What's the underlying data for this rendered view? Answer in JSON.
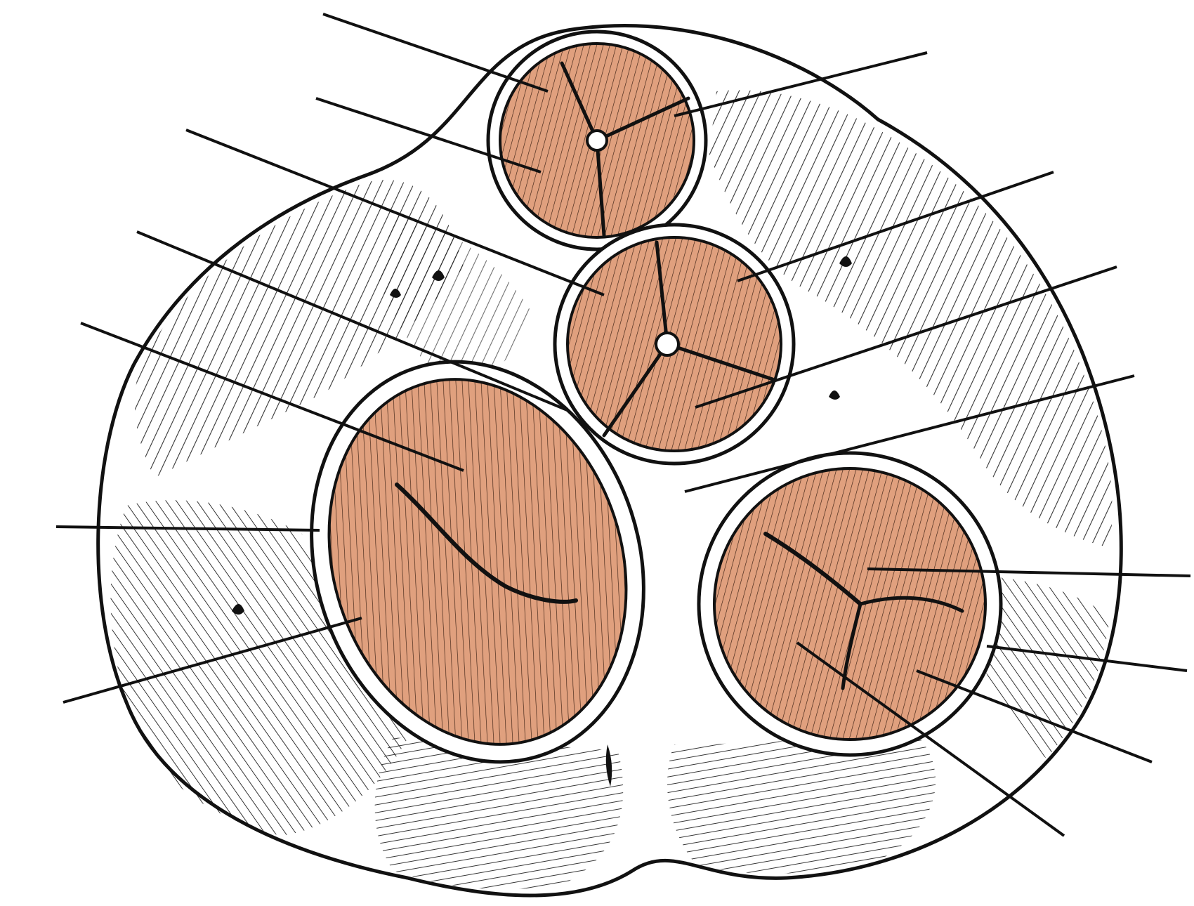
{
  "figure": {
    "description_labels": [],
    "colors": {
      "valve_tissue": "#e0a07e",
      "outline": "#111111",
      "background": "#ffffff",
      "heart_surface": "#ffffff"
    },
    "structures": [
      {
        "id": "pulmonary-valve",
        "cusps": 3
      },
      {
        "id": "aortic-valve",
        "cusps": 3
      },
      {
        "id": "mitral-valve",
        "cusps": 2
      },
      {
        "id": "tricuspid-valve",
        "cusps": 3
      }
    ],
    "leader_line_count": 14
  }
}
